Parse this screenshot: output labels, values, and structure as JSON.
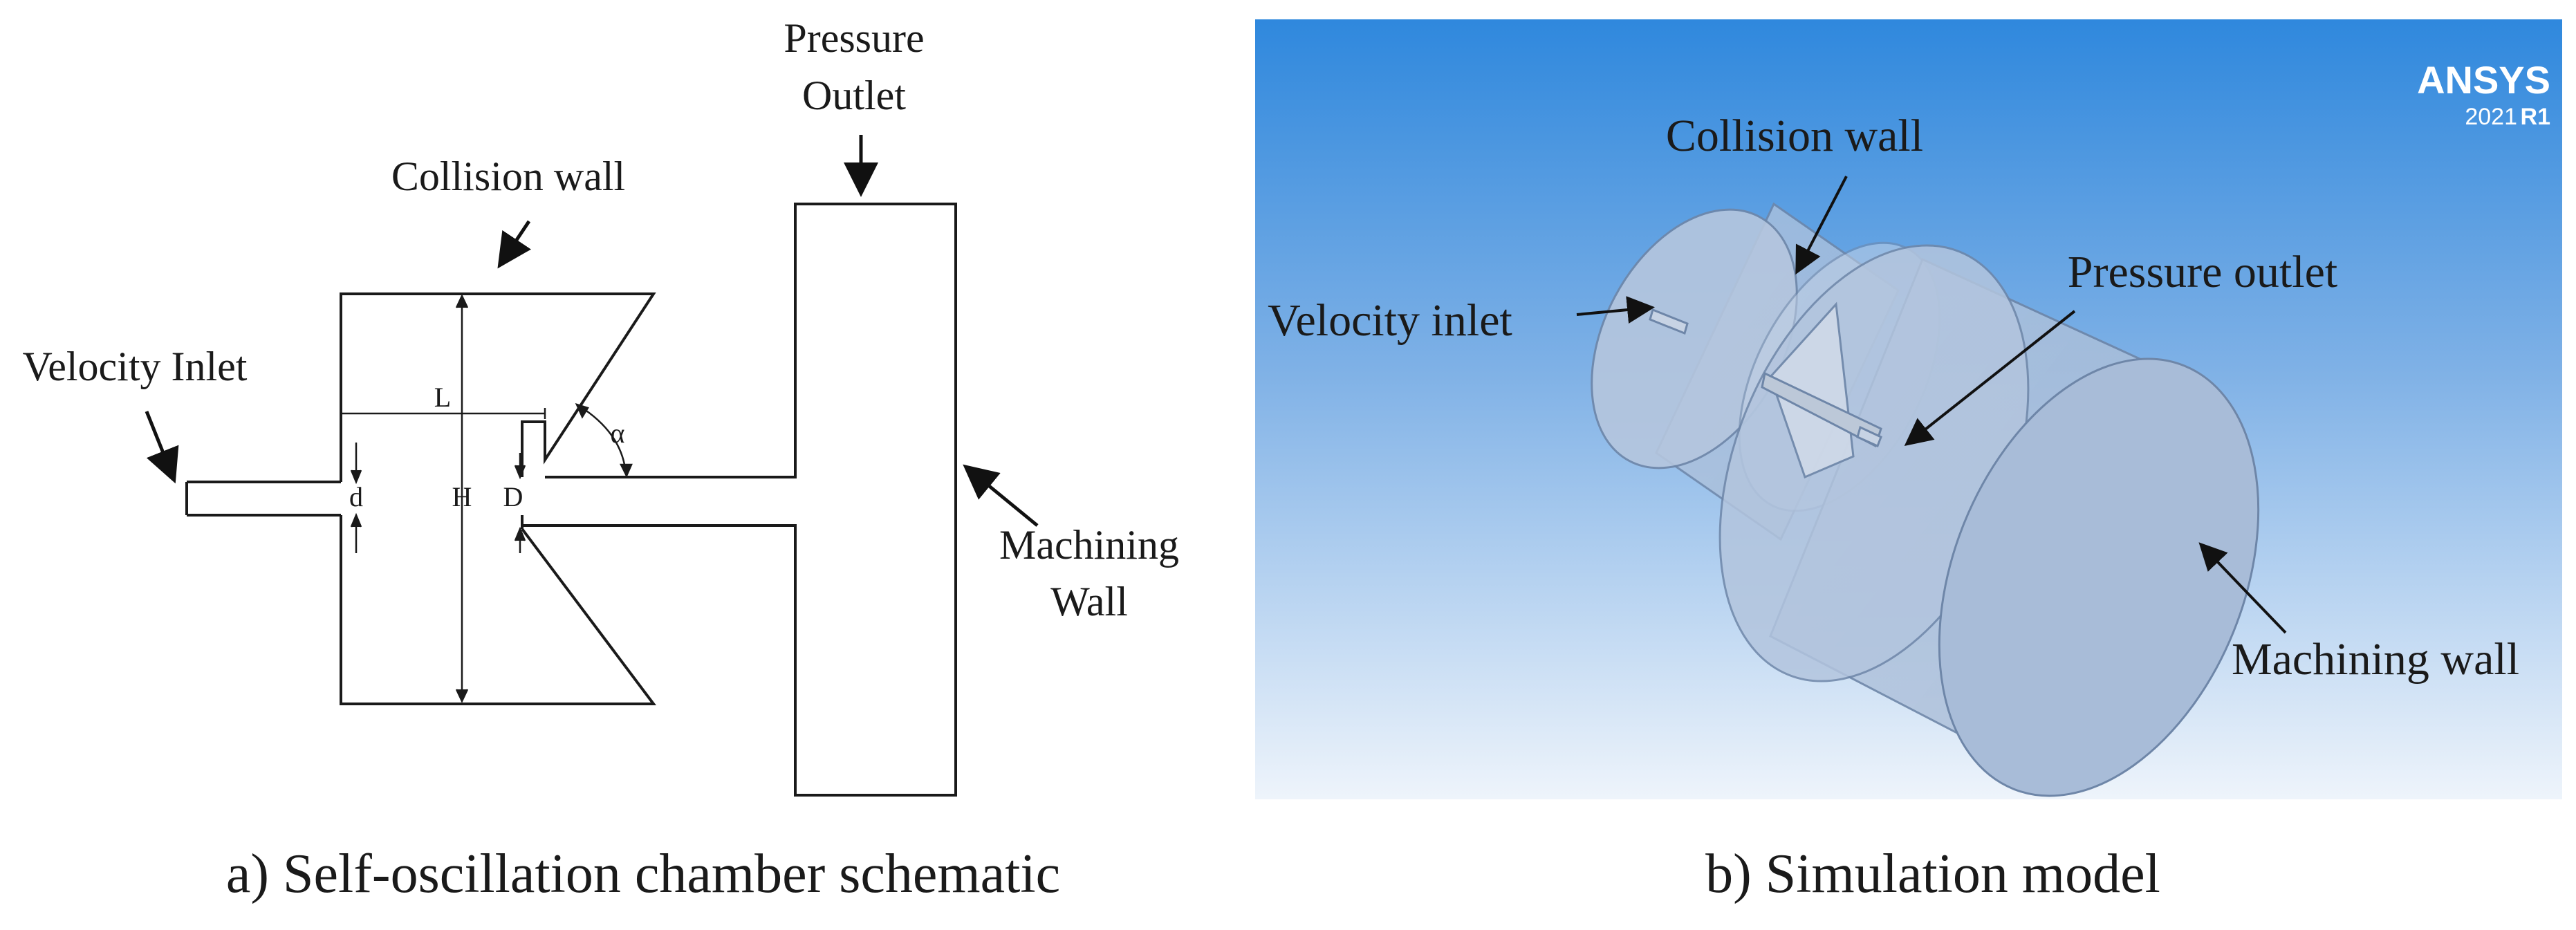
{
  "panel_a": {
    "labels": {
      "pressure_outlet_line1": "Pressure",
      "pressure_outlet_line2": "Outlet",
      "collision_wall": "Collision wall",
      "velocity_inlet": "Velocity Inlet",
      "machining_wall_line1": "Machining",
      "machining_wall_line2": "Wall"
    },
    "dimensions": {
      "L": "L",
      "H": "H",
      "d": "d",
      "D": "D",
      "alpha": "α"
    },
    "caption": "a) Self-oscillation chamber schematic"
  },
  "panel_b": {
    "brand": "ANSYS",
    "version_year": "2021",
    "version_release": "R1",
    "labels": {
      "collision_wall": "Collision wall",
      "velocity_inlet": "Velocity inlet",
      "pressure_outlet": "Pressure outlet",
      "machining_wall": "Machining wall"
    },
    "caption": "b) Simulation model"
  },
  "colors": {
    "line": "#1a1a1a",
    "sky_top": "#2e86dc",
    "sky_bottom": "#eef4fb",
    "body_fill": "#a9bfdc"
  }
}
